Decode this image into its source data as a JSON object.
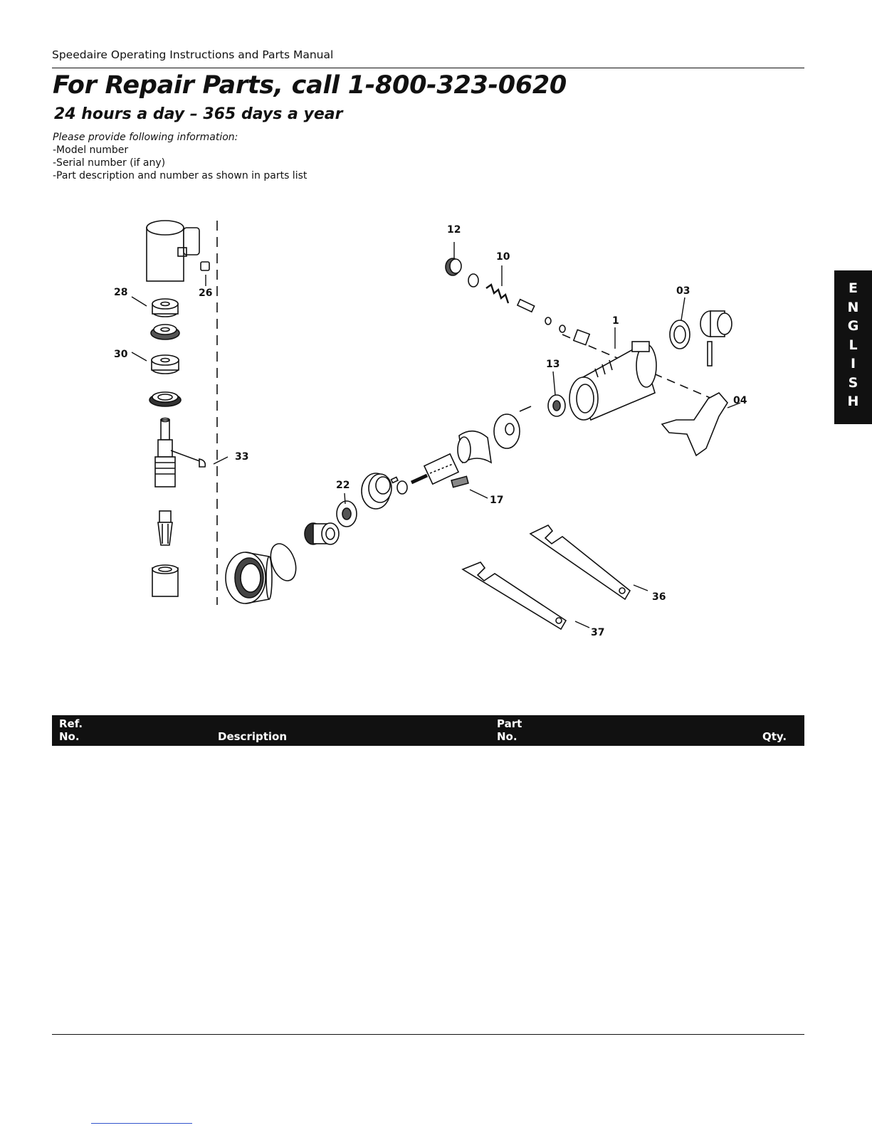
{
  "header": {
    "running_head": "Speedaire Operating Instructions and Parts Manual",
    "title": "For Repair Parts, call 1-800-323-0620",
    "subtitle": "24 hours a day – 365 days a year"
  },
  "info": {
    "lead": "Please provide following information:",
    "items": [
      "-Model number",
      "-Serial number (if any)",
      "-Part description and number as shown in parts list"
    ]
  },
  "side_tab": {
    "letters": [
      "E",
      "N",
      "G",
      "L",
      "I",
      "S",
      "H"
    ]
  },
  "diagram": {
    "callouts": [
      "12",
      "10",
      "03",
      "1",
      "13",
      "04",
      "28",
      "26",
      "30",
      "33",
      "22",
      "17",
      "36",
      "37"
    ]
  },
  "parts_table": {
    "headers": {
      "ref_line1": "Ref.",
      "ref_line2": "No.",
      "description": "Description",
      "part_line1": "Part",
      "part_line2": "No.",
      "qty": "Qty."
    }
  }
}
